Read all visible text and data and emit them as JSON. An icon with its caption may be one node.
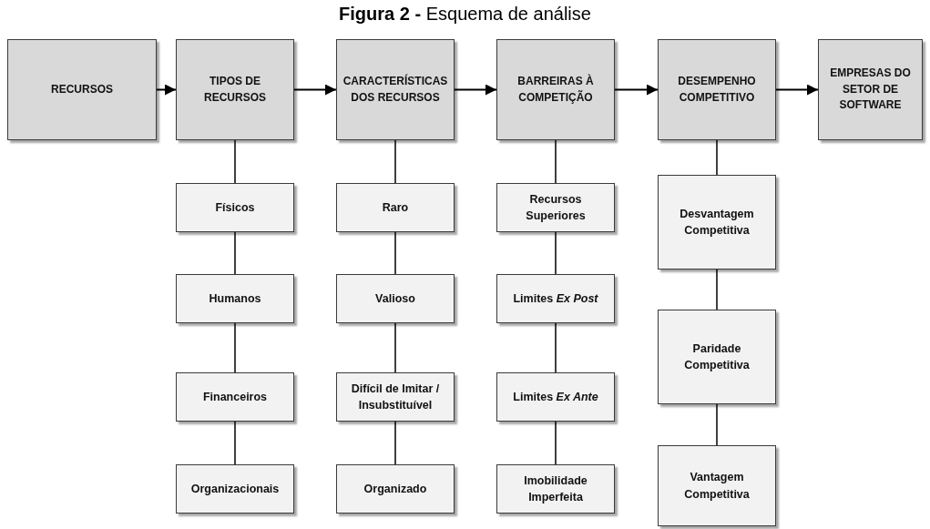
{
  "diagram": {
    "title": "**Figura 2 -** Esquema de análise",
    "nodes": [
      {
        "text": [
          "RECURSOS"
        ]
      },
      {
        "text": [
          "TIPOS DE RECURSOS"
        ]
      },
      {
        "text": [
          "CARACTERÍSTICAS DOS RECURSOS"
        ]
      },
      {
        "text": [
          "BARREIRAS À COMPETIÇÃO"
        ]
      },
      {
        "text": [
          "DESEMPENHO COMPETITIVO"
        ]
      },
      {
        "text": [
          "EMPRESAS DO SETOR DE SOFTWARE"
        ]
      },
      {
        "text": [
          "Físicos"
        ]
      },
      {
        "text": [
          "Humanos"
        ]
      },
      {
        "text": [
          "Financeiros"
        ]
      },
      {
        "text": [
          "Organizacionais"
        ]
      },
      {
        "text": [
          "Raro"
        ]
      },
      {
        "text": [
          "Valioso"
        ]
      },
      {
        "text": [
          "Difícil de Imitar / Insubstituível"
        ]
      },
      {
        "text": [
          "Organizado"
        ]
      },
      {
        "text": [
          "Recursos Superiores"
        ]
      },
      {
        "text": [
          "Limites *Ex Post*"
        ]
      },
      {
        "text": [
          "Limites *Ex Ante*"
        ]
      },
      {
        "text": [
          "Imobilidade Imperfeita"
        ]
      },
      {
        "text": [
          "Desvantagem Competitiva"
        ]
      },
      {
        "text": [
          "Paridade Competitiva"
        ]
      },
      {
        "text": [
          "Vantagem Competitiva"
        ]
      }
    ],
    "edges": [
      {
        "from": 0,
        "to": 1,
        "arrow": "to"
      },
      {
        "from": 1,
        "to": 2,
        "arrow": "to"
      },
      {
        "from": 2,
        "to": 3,
        "arrow": "to"
      },
      {
        "from": 3,
        "to": 4,
        "arrow": "to"
      },
      {
        "from": 4,
        "to": 5,
        "arrow": "to"
      },
      {
        "from": 1,
        "to": 6,
        "arrow": "none"
      },
      {
        "from": 6,
        "to": 7,
        "arrow": "none"
      },
      {
        "from": 7,
        "to": 8,
        "arrow": "none"
      },
      {
        "from": 8,
        "to": 9,
        "arrow": "none"
      },
      {
        "from": 2,
        "to": 10,
        "arrow": "none"
      },
      {
        "from": 10,
        "to": 11,
        "arrow": "none"
      },
      {
        "from": 11,
        "to": 12,
        "arrow": "none"
      },
      {
        "from": 12,
        "to": 13,
        "arrow": "none"
      },
      {
        "from": 3,
        "to": 14,
        "arrow": "none"
      },
      {
        "from": 14,
        "to": 15,
        "arrow": "none"
      },
      {
        "from": 15,
        "to": 16,
        "arrow": "none"
      },
      {
        "from": 16,
        "to": 17,
        "arrow": "none"
      },
      {
        "from": 4,
        "to": 18,
        "arrow": "none"
      },
      {
        "from": 18,
        "to": 19,
        "arrow": "none"
      },
      {
        "from": 19,
        "to": 20,
        "arrow": "none"
      }
    ]
  }
}
